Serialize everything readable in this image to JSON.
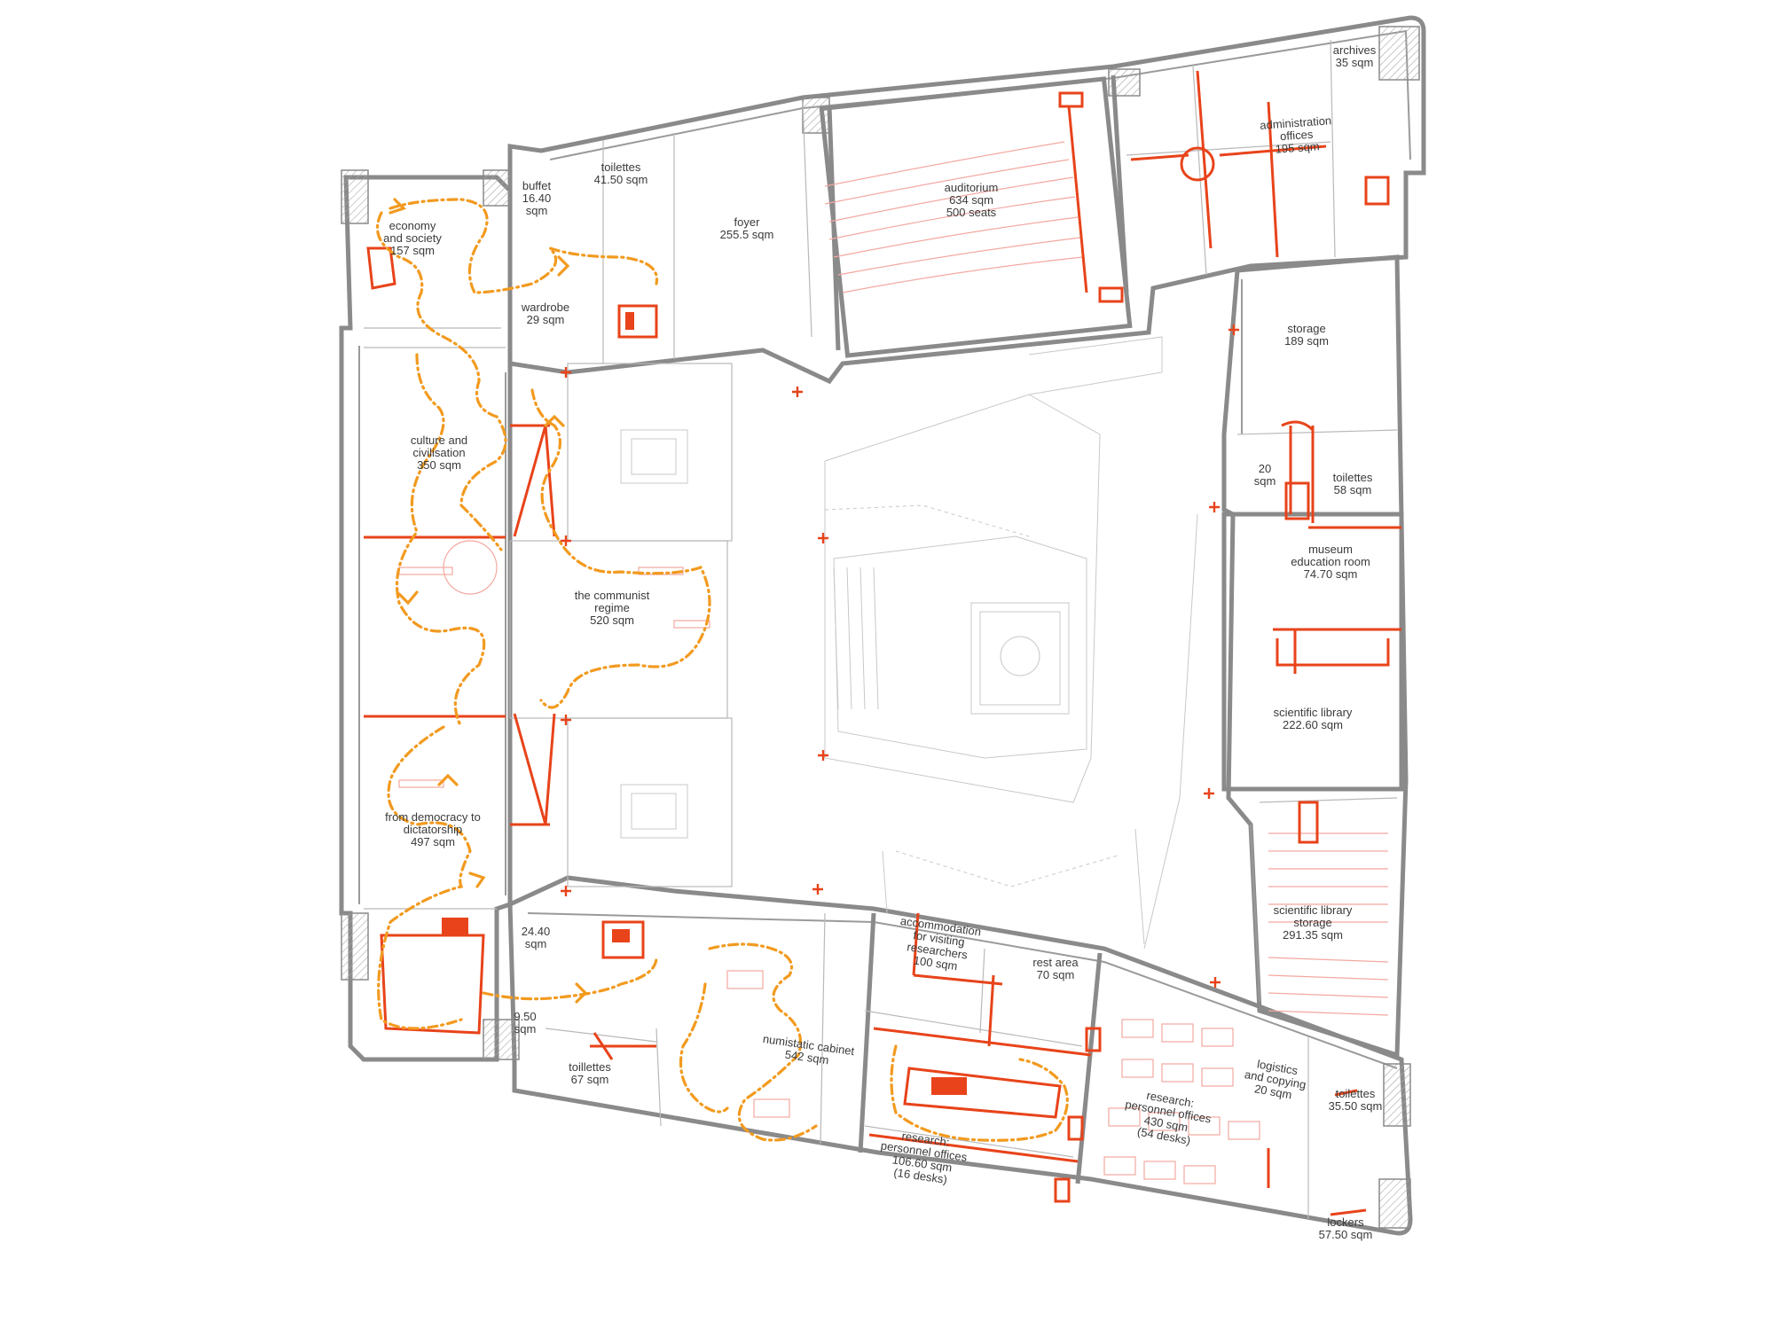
{
  "plan": {
    "rooms": [
      {
        "id": "archives",
        "lines": [
          "archives",
          "35 sqm"
        ]
      },
      {
        "id": "administration",
        "lines": [
          "administration",
          "offices",
          "195 sqm"
        ]
      },
      {
        "id": "auditorium",
        "lines": [
          "auditorium",
          "634 sqm",
          "500 seats"
        ]
      },
      {
        "id": "foyer",
        "lines": [
          "foyer",
          "255.5 sqm"
        ]
      },
      {
        "id": "toilettes-top",
        "lines": [
          "toilettes",
          "41.50 sqm"
        ]
      },
      {
        "id": "buffet",
        "lines": [
          "buffet",
          "16.40",
          "sqm"
        ]
      },
      {
        "id": "economy",
        "lines": [
          "economy",
          "and society",
          "157 sqm"
        ]
      },
      {
        "id": "wardrobe",
        "lines": [
          "wardrobe",
          "29 sqm"
        ]
      },
      {
        "id": "storage",
        "lines": [
          "storage",
          "189 sqm"
        ]
      },
      {
        "id": "culture",
        "lines": [
          "culture and",
          "civilisation",
          "350 sqm"
        ]
      },
      {
        "id": "room-20",
        "lines": [
          "20",
          "sqm"
        ]
      },
      {
        "id": "toilettes-right",
        "lines": [
          "toilettes",
          "58 sqm"
        ]
      },
      {
        "id": "museum-education",
        "lines": [
          "museum",
          "education room",
          "74.70 sqm"
        ]
      },
      {
        "id": "communist",
        "lines": [
          "the communist",
          "regime",
          "520 sqm"
        ]
      },
      {
        "id": "scientific-library",
        "lines": [
          "scientific library",
          "222.60 sqm"
        ]
      },
      {
        "id": "democracy",
        "lines": [
          "from democracy to",
          "dictatorship",
          "497 sqm"
        ]
      },
      {
        "id": "room-24",
        "lines": [
          "24.40",
          "sqm"
        ]
      },
      {
        "id": "library-storage",
        "lines": [
          "scientific library",
          "storage",
          "291.35 sqm"
        ]
      },
      {
        "id": "accommodation",
        "lines": [
          "accommodation",
          "for visiting",
          "researchers",
          "100 sqm"
        ]
      },
      {
        "id": "rest-area",
        "lines": [
          "rest area",
          "70 sqm"
        ]
      },
      {
        "id": "room-9",
        "lines": [
          "9.50",
          "sqm"
        ]
      },
      {
        "id": "numismatic",
        "lines": [
          "numistatic cabinet",
          "542 sqm"
        ]
      },
      {
        "id": "toilettes-bottom",
        "lines": [
          "toillettes",
          "67 sqm"
        ]
      },
      {
        "id": "logistics",
        "lines": [
          "logistics",
          "and copying",
          "20 sqm"
        ]
      },
      {
        "id": "research-large",
        "lines": [
          "research:",
          "personnel offices",
          "430 sqm",
          "(54 desks)"
        ]
      },
      {
        "id": "toilettes-br",
        "lines": [
          "toilettes",
          "35.50 sqm"
        ]
      },
      {
        "id": "research-small",
        "lines": [
          "research:",
          "personnel offices",
          "106.60 sqm",
          "(16 desks)"
        ]
      },
      {
        "id": "lockers",
        "lines": [
          "lockers",
          "57.50 sqm"
        ]
      }
    ],
    "colors": {
      "wall": "#8a8a8a",
      "circulation": "#e8431a",
      "exhibition-route": "#f29a1f",
      "furniture": "#f3a8a0"
    }
  }
}
